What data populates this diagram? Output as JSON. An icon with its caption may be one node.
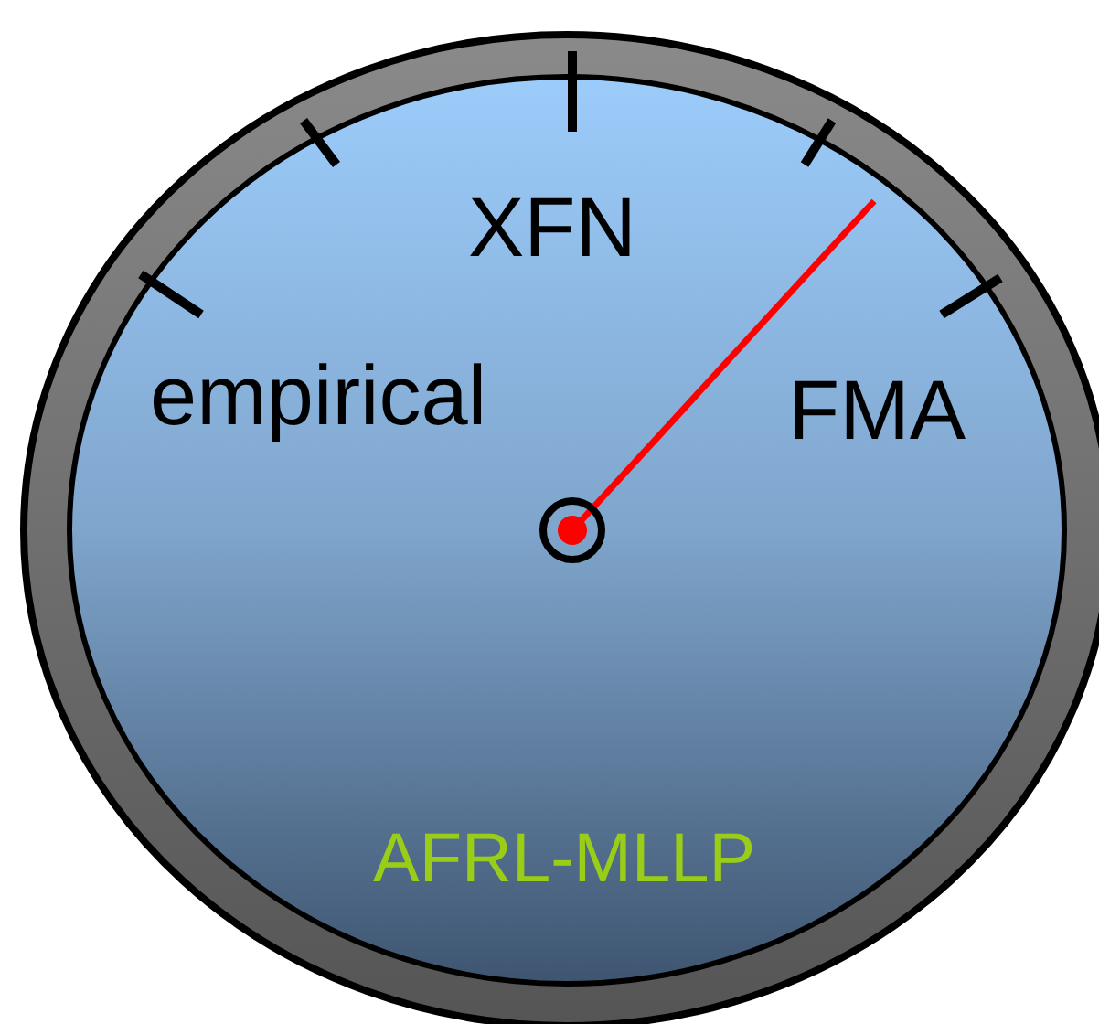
{
  "diagram": {
    "labels": [
      "XFN",
      "empirical",
      "FMA",
      "AFRL-MLLP"
    ]
  }
}
